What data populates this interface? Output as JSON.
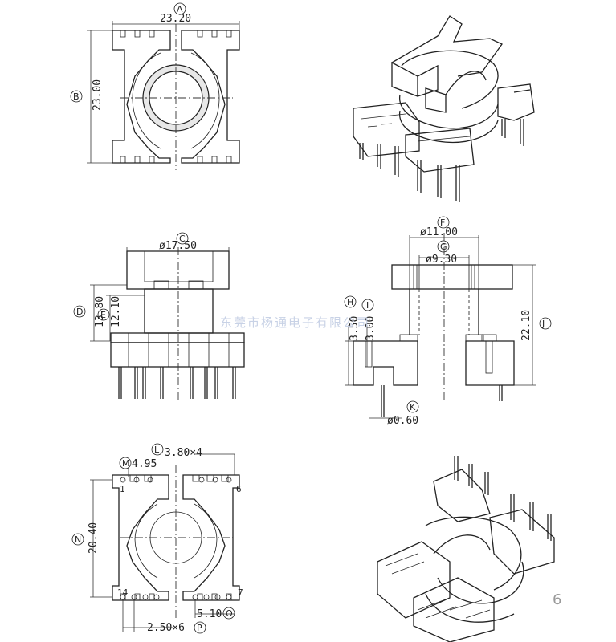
{
  "dimensions": {
    "A": {
      "letter": "A",
      "value": "23.20"
    },
    "B": {
      "letter": "B",
      "value": "23.00"
    },
    "C": {
      "letter": "C",
      "value": "ø17.50"
    },
    "D": {
      "letter": "D",
      "value": "13.80"
    },
    "E": {
      "letter": "E",
      "value": "12.10"
    },
    "F": {
      "letter": "F",
      "value": "ø11.00"
    },
    "G": {
      "letter": "G",
      "value": "ø9.30"
    },
    "H": {
      "letter": "H",
      "value": "3.50"
    },
    "I": {
      "letter": "I",
      "value": "3.00"
    },
    "J": {
      "letter": "J",
      "value": "22.10"
    },
    "K": {
      "letter": "K",
      "value": "ø0.60"
    },
    "L": {
      "letter": "L",
      "value": "3.80×4"
    },
    "M": {
      "letter": "M",
      "value": "4.95"
    },
    "N": {
      "letter": "N",
      "value": "20.40"
    },
    "O": {
      "letter": "O",
      "value": "5.10"
    },
    "P": {
      "letter": "P",
      "value": "2.50×6"
    }
  },
  "pins": {
    "p1": "1",
    "p6": "6",
    "p14": "14",
    "p7": "7"
  },
  "watermark": "东莞市杨通电子有限公司",
  "page_number": "6"
}
